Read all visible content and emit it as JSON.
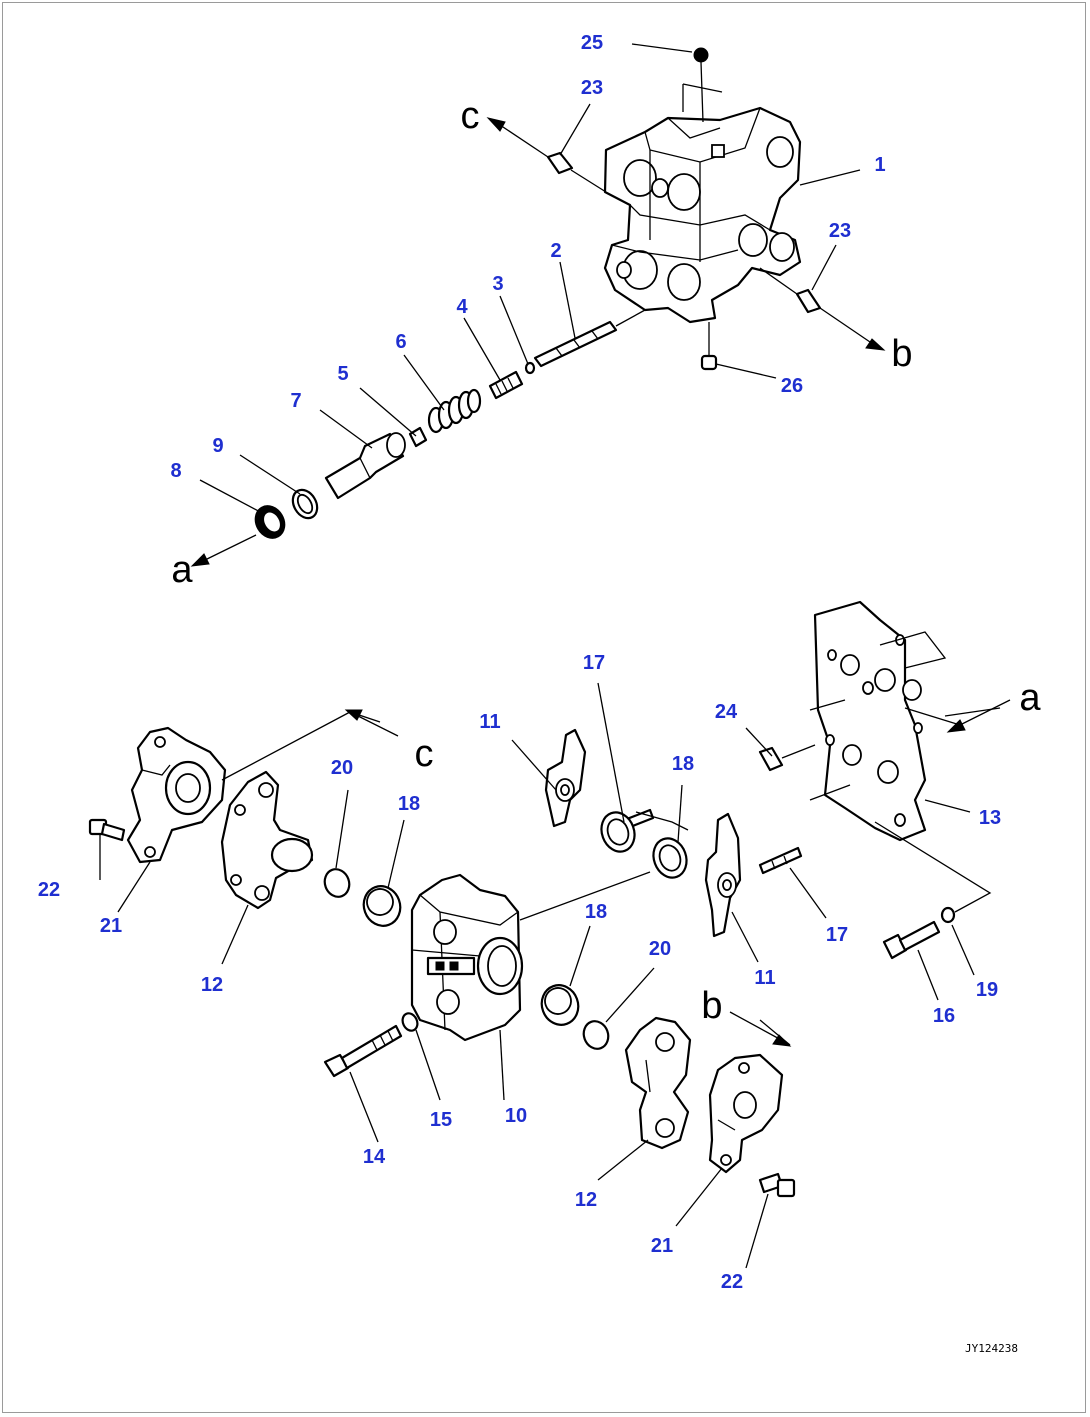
{
  "diagram": {
    "drawing_code": "JY124238",
    "part_numbers": [
      {
        "id": "p1",
        "label": "1"
      },
      {
        "id": "p2",
        "label": "2"
      },
      {
        "id": "p3",
        "label": "3"
      },
      {
        "id": "p4",
        "label": "4"
      },
      {
        "id": "p5",
        "label": "5"
      },
      {
        "id": "p6",
        "label": "6"
      },
      {
        "id": "p7",
        "label": "7"
      },
      {
        "id": "p8",
        "label": "8"
      },
      {
        "id": "p9",
        "label": "9"
      },
      {
        "id": "p10",
        "label": "10"
      },
      {
        "id": "p11a",
        "label": "11"
      },
      {
        "id": "p11b",
        "label": "11"
      },
      {
        "id": "p12a",
        "label": "12"
      },
      {
        "id": "p12b",
        "label": "12"
      },
      {
        "id": "p13",
        "label": "13"
      },
      {
        "id": "p14",
        "label": "14"
      },
      {
        "id": "p15",
        "label": "15"
      },
      {
        "id": "p16",
        "label": "16"
      },
      {
        "id": "p17a",
        "label": "17"
      },
      {
        "id": "p17b",
        "label": "17"
      },
      {
        "id": "p18a",
        "label": "18"
      },
      {
        "id": "p18b",
        "label": "18"
      },
      {
        "id": "p18c",
        "label": "18"
      },
      {
        "id": "p19",
        "label": "19"
      },
      {
        "id": "p20a",
        "label": "20"
      },
      {
        "id": "p20b",
        "label": "20"
      },
      {
        "id": "p21a",
        "label": "21"
      },
      {
        "id": "p21b",
        "label": "21"
      },
      {
        "id": "p22a",
        "label": "22"
      },
      {
        "id": "p22b",
        "label": "22"
      },
      {
        "id": "p23a",
        "label": "23"
      },
      {
        "id": "p23b",
        "label": "23"
      },
      {
        "id": "p24",
        "label": "24"
      },
      {
        "id": "p25",
        "label": "25"
      },
      {
        "id": "p26",
        "label": "26"
      }
    ],
    "connection_refs": {
      "a_top": "a",
      "a_bottom": "a",
      "b_top": "b",
      "b_bottom": "b",
      "c_top": "c",
      "c_bottom": "c"
    },
    "colors": {
      "callout": "#1f2fd0",
      "line": "#000000",
      "frame": "#9a9a9a"
    }
  }
}
